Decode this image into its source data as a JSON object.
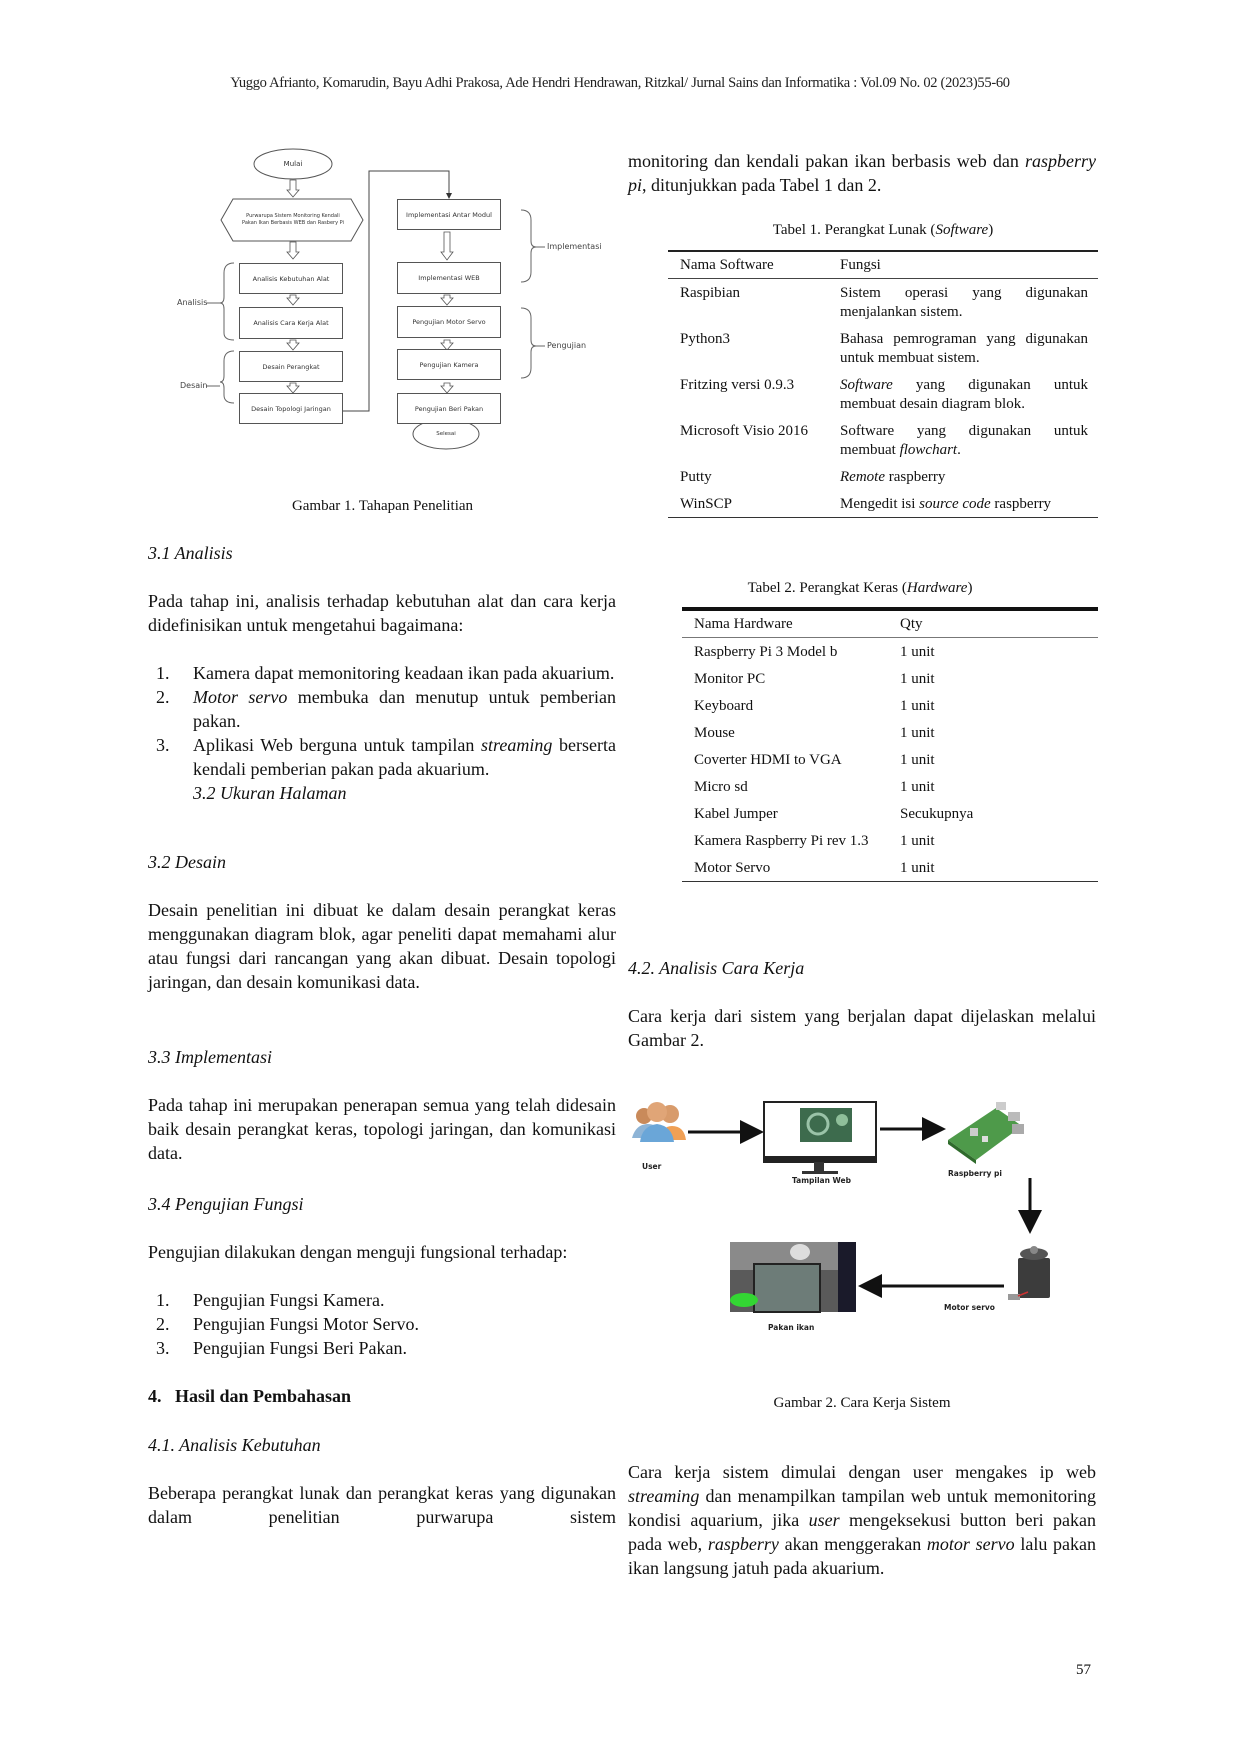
{
  "header": {
    "running_title": "Yuggo Afrianto, Komarudin, Bayu Adhi Prakosa, Ade Hendri Hendrawan, Ritzkal/ Jurnal Sains dan Informatika :  Vol.09 No. 02 (2023)55-60"
  },
  "page_number": "57",
  "figure1": {
    "caption": "Gambar 1. Tahapan Penelitian",
    "nodes": {
      "start": "Mulai",
      "prototype": "Purwarupa Sistem Monitoring Kendali Pakan Ikan Berbasis WEB dan Rasbery Pi",
      "analisis_kebutuhan": "Analisis Kebutuhan Alat",
      "analisis_cara_kerja": "Analisis Cara Kerja Alat",
      "desain_perangkat": "Desain Perangkat",
      "desain_topologi": "Desain Topologi Jaringan",
      "implementasi_modul": "Implementasi Antar Modul",
      "implementasi_web": "Implementasi WEB",
      "uji_servo": "Pengujian Motor Servo",
      "uji_kamera": "Pengujian Kamera",
      "uji_pakan": "Pengujian Beri Pakan",
      "end": "Selesai"
    },
    "groups": {
      "analisis": "Analisis",
      "desain": "Desain",
      "implementasi": "Implementasi",
      "pengujian": "Pengujian"
    }
  },
  "left_column": {
    "s31_heading": "3.1 Analisis",
    "s31_para": "Pada tahap ini, analisis terhadap kebutuhan alat dan cara kerja didefinisikan untuk mengetahui bagaimana:",
    "s31_list": [
      {
        "num": "1.",
        "text": "Kamera dapat memonitoring keadaan ikan pada akuarium."
      },
      {
        "num": "2.",
        "italic": "Motor servo",
        "text": " membuka dan menutup untuk pemberian pakan."
      },
      {
        "num": "3.",
        "text_a": "Aplikasi Web berguna untuk tampilan ",
        "italic": "streaming",
        "text_b": " berserta kendali pemberian pakan pada akuarium.",
        "trailing_italic": "3.2 Ukuran Halaman"
      }
    ],
    "s32_heading": "3.2 Desain",
    "s32_para": "Desain penelitian ini dibuat ke dalam desain perangkat keras menggunakan diagram blok, agar peneliti dapat memahami alur atau fungsi dari rancangan yang akan dibuat. Desain topologi jaringan, dan desain komunikasi data.",
    "s33_heading": "3.3 Implementasi",
    "s33_para": "Pada tahap ini merupakan penerapan semua yang telah didesain baik desain perangkat keras, topologi jaringan, dan komunikasi data.",
    "s34_heading": "3.4 Pengujian Fungsi",
    "s34_para": "Pengujian dilakukan dengan menguji fungsional terhadap:",
    "s34_list": [
      {
        "num": "1.",
        "text": "Pengujian Fungsi Kamera."
      },
      {
        "num": "2.",
        "text": "Pengujian Fungsi Motor Servo."
      },
      {
        "num": "3.",
        "text": "Pengujian Fungsi Beri Pakan."
      }
    ],
    "s4_heading": "4.   Hasil dan Pembahasan",
    "s41_heading": "4.1. Analisis Kebutuhan",
    "s41_para": "Beberapa perangkat lunak dan perangkat keras yang digunakan dalam penelitian purwarupa sistem"
  },
  "right_column": {
    "intro_a": "monitoring dan kendali pakan ikan berbasis web dan ",
    "intro_italic": "raspberry pi",
    "intro_b": ", ditunjukkan pada Tabel 1 dan 2.",
    "table1": {
      "caption_a": "Tabel 1. Perangkat Lunak (",
      "caption_italic": "Software",
      "caption_b": ")",
      "headers": [
        "Nama Software",
        "Fungsi"
      ],
      "rows": [
        {
          "name": "Raspibian",
          "func": "Sistem operasi yang digunakan menjalankan sistem."
        },
        {
          "name": "Python3",
          "func": "Bahasa pemrograman yang digunakan untuk membuat sistem."
        },
        {
          "name": "Fritzing versi 0.9.3",
          "func_italic": "Software",
          "func": " yang digunakan untuk membuat desain diagram blok."
        },
        {
          "name": "Microsoft Visio 2016",
          "func": "Software yang digunakan untuk membuat ",
          "func_italic_end": "flowchart",
          "func_end": "."
        },
        {
          "name": "Putty",
          "func_italic": "Remote",
          "func": " raspberry"
        },
        {
          "name": "WinSCP",
          "func": "Mengedit isi ",
          "func_italic_end": "source code",
          "func_end": " raspberry"
        }
      ]
    },
    "table2": {
      "caption_a": "Tabel 2. Perangkat Keras (",
      "caption_italic": "Hardware",
      "caption_b": ")",
      "headers": [
        "Nama Hardware",
        "Qty"
      ],
      "rows": [
        {
          "name": "Raspberry Pi 3 Model b",
          "qty": "1 unit"
        },
        {
          "name": "Monitor PC",
          "qty": "1 unit"
        },
        {
          "name": "Keyboard",
          "qty": "1 unit"
        },
        {
          "name": "Mouse",
          "qty": "1 unit"
        },
        {
          "name": "Coverter HDMI to VGA",
          "qty": "1 unit"
        },
        {
          "name": "Micro sd",
          "qty": "1 unit"
        },
        {
          "name": "Kabel Jumper",
          "qty": "Secukupnya"
        },
        {
          "name": "Kamera Raspberry Pi rev 1.3",
          "qty": "1 unit"
        },
        {
          "name": "Motor Servo",
          "qty": "1 unit"
        }
      ]
    },
    "s42_heading": "4.2. Analisis Cara Kerja",
    "s42_para": "Cara kerja dari sistem yang berjalan dapat dijelaskan melalui Gambar 2.",
    "figure2": {
      "caption": "Gambar 2. Cara Kerja Sistem",
      "labels": {
        "user": "User",
        "web": "Tampilan Web",
        "rpi": "Raspberry pi",
        "servo": "Motor servo",
        "pakan": "Pakan ikan"
      }
    },
    "closing": {
      "t1": "Cara kerja sistem dimulai dengan user mengakes ip web ",
      "i1": "streaming",
      "t2": " dan menampilkan tampilan web untuk memonitoring kondisi aquarium, jika ",
      "i2": "user",
      "t3": " mengeksekusi button beri pakan pada web, ",
      "i3": "raspberry",
      "t4": " akan menggerakan ",
      "i4": "motor servo",
      "t5": " lalu pakan ikan langsung jatuh pada akuarium."
    }
  }
}
